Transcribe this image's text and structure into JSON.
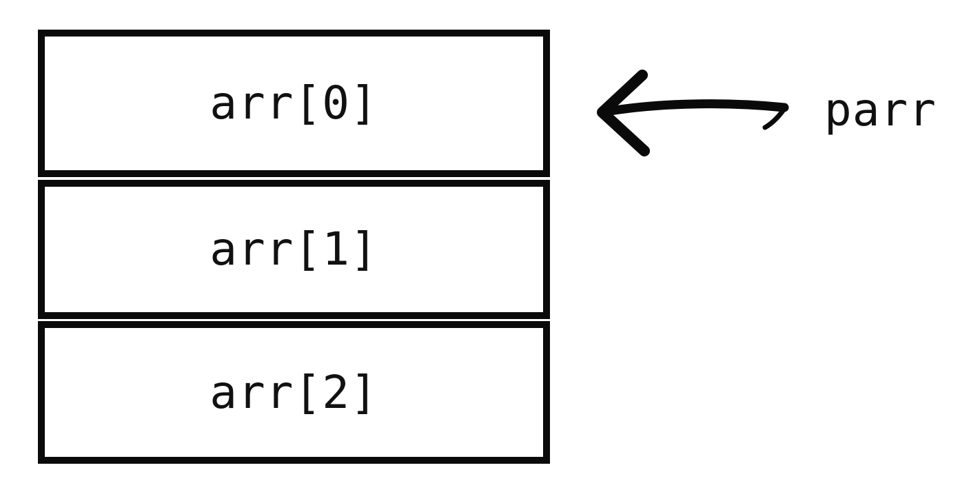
{
  "diagram": {
    "type": "array-pointer-diagram",
    "array": {
      "cells": [
        {
          "label": "arr[0]"
        },
        {
          "label": "arr[1]"
        },
        {
          "label": "arr[2]"
        }
      ]
    },
    "pointer": {
      "label": "parr",
      "points_to": "arr[0]"
    },
    "colors": {
      "ink": "#0a0a0a",
      "background": "#ffffff"
    }
  }
}
